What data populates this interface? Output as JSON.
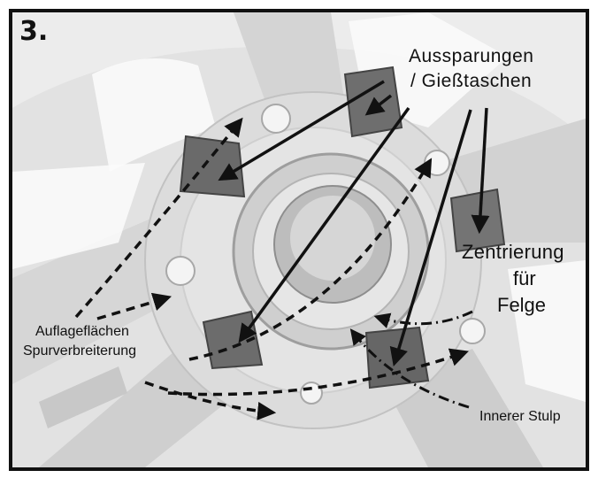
{
  "figure": {
    "step_number": "3.",
    "labels": {
      "aussparungen_line1": "Aussparungen",
      "aussparungen_line2": "/ Gießtaschen",
      "zentrierung_line1": "Zentrierung",
      "zentrierung_line2": "für",
      "zentrierung_line3": "Felge",
      "auflage_line1": "Auflageflächen",
      "auflage_line2": "Spurverbreiterung",
      "stulp": "Innerer Stulp"
    }
  },
  "colors": {
    "frame": "#111111",
    "background": "#f2f2f2",
    "wheel": "#d9d9d9",
    "spoke_shadow": "#c4c4c4",
    "pocket": "#6e6e6e",
    "arrow": "#111111"
  }
}
